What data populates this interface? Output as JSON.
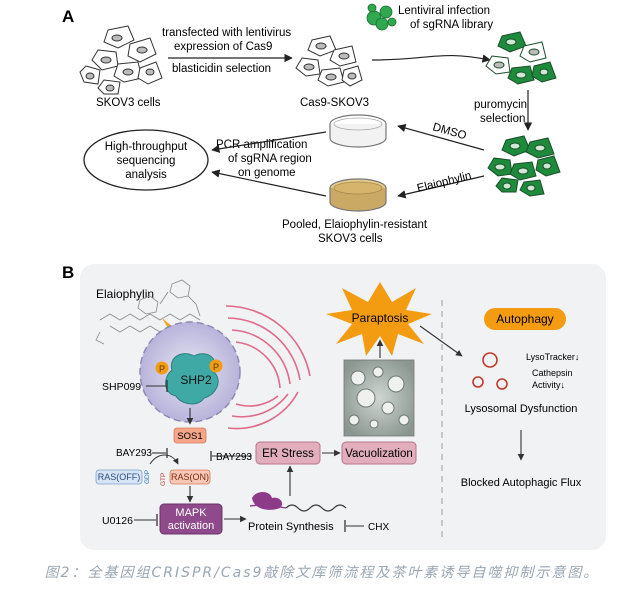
{
  "panel_a": {
    "label": "A",
    "step1": {
      "line1": "transfected with lentivirus",
      "line2": "expression of Cas9",
      "line3": "blasticidin selection"
    },
    "cells_skov3": "SKOV3 cells",
    "cells_cas9": "Cas9-SKOV3",
    "lenti": {
      "line1": "Lentiviral infection",
      "line2": "of sgRNA library"
    },
    "puromycin": {
      "line1": "puromycin",
      "line2": "selection"
    },
    "dmso": "DMSO",
    "elaiophylin": "Elaiophylin",
    "pooled": {
      "line1": "Pooled, Elaiophylin-resistant",
      "line2": "SKOV3 cells"
    },
    "pcr": {
      "line1": "PCR amplification",
      "line2": "of sgRNA region",
      "line3": "on genome"
    },
    "hts": {
      "line1": "High-throughput",
      "line2": "sequencing",
      "line3": "analysis"
    }
  },
  "panel_b": {
    "label": "B",
    "compound": "Elaiophylin",
    "shp2": "SHP2",
    "shp099": "SHP099",
    "phospho": "P",
    "sos1": "SOS1",
    "bay293_left": "BAY293",
    "bay293_right": "BAY293",
    "ras_off": "RAS(OFF)",
    "ras_on": "RAS(ON)",
    "gdp": "GDP",
    "gtp": "GTP",
    "mapk": {
      "line1": "MAPK",
      "line2": "activation"
    },
    "u0126": "U0126",
    "protein_synthesis": "Protein Synthesis",
    "chx": "CHX",
    "er_stress": "ER Stress",
    "vacuolization": "Vacuolization",
    "paraptosis": "Paraptosis",
    "autophagy": "Autophagy",
    "lysotracker": "LysoTracker↓",
    "cathepsin": {
      "line1": "Cathepsin",
      "line2": "Activity↓"
    },
    "lysosomal": "Lysosomal Dysfunction",
    "blocked": "Blocked Autophagic Flux"
  },
  "caption": "图2：全基因组CRISPR/Cas9敲除文库筛流程及茶叶素诱导自噬抑制示意图。",
  "colors": {
    "accent_orange": "#f39c12",
    "mapk_purple": "#8e4a8a",
    "er_pink": "#d9a3b3",
    "sos_salmon": "#f4a58a",
    "cell_green": "#1e8a3c"
  }
}
